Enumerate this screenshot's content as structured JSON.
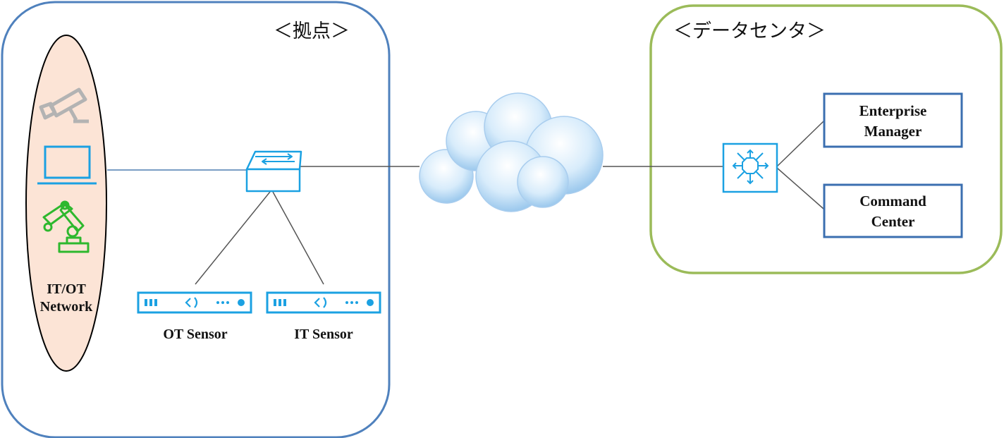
{
  "regions": {
    "site": {
      "title": "＜拠点＞"
    },
    "datacenter": {
      "title": "＜データセンタ＞"
    }
  },
  "network": {
    "label_line1": "IT/OT",
    "label_line2": "Network"
  },
  "sensors": {
    "ot_label": "OT Sensor",
    "it_label": "IT Sensor"
  },
  "servers": {
    "enterprise_line1": "Enterprise",
    "enterprise_line2": "Manager",
    "command_line1": "Command",
    "command_line2": "Center"
  },
  "icons": {
    "camera": "security-camera-icon",
    "laptop": "laptop-icon",
    "robot": "industrial-robot-arm-icon",
    "switch": "network-switch-icon",
    "sensor": "sensor-appliance-icon",
    "cloud": "cloud-icon",
    "core_switch": "layer3-switch-icon"
  },
  "colors": {
    "site_border": "#4f81bd",
    "datacenter_border": "#9bbb59",
    "network_fill": "#fce4d6",
    "device_blue": "#1ba1e2",
    "robot_green": "#2eb82e",
    "camera_gray": "#b3b3b3",
    "server_border": "#3b6fb0"
  }
}
